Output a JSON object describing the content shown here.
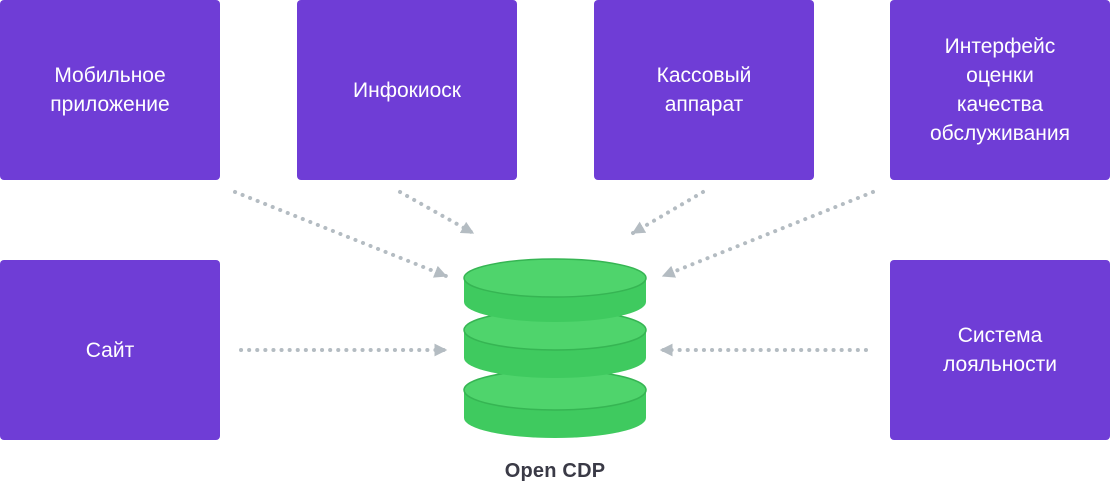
{
  "sources": {
    "mobile_app": "Мобильное\nприложение",
    "kiosk": "Инфокиоск",
    "cash_register": "Кассовый\nаппарат",
    "service_rating": "Интерфейс\nоценки\nкачества\nобслуживания",
    "website": "Сайт",
    "loyalty": "Система\nлояльности"
  },
  "hub": {
    "label": "Open CDP",
    "icon": "database-icon"
  },
  "colors": {
    "source_box": "#6f3dd6",
    "database": "#3fca5f",
    "database_dark": "#32b050",
    "arrow": "#b4bcc2"
  }
}
